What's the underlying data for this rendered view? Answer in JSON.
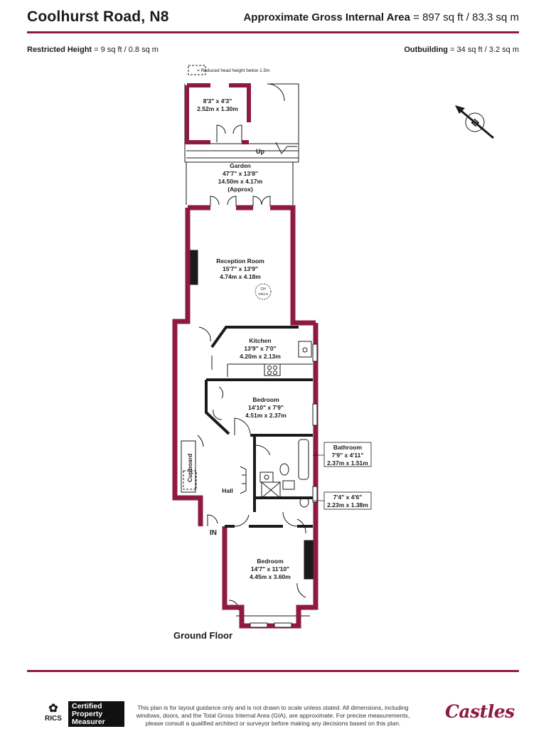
{
  "header": {
    "title": "Coolhurst Road, N8",
    "gia_label": "Approximate Gross Internal Area",
    "gia_value": "= 897 sq ft / 83.3 sq m"
  },
  "subheader": {
    "restricted_label": "Restricted Height",
    "restricted_value": "= 9 sq ft / 0.8 sq m",
    "outbuilding_label": "Outbuilding",
    "outbuilding_value": "= 34 sq ft / 3.2 sq m"
  },
  "legend": {
    "reduced_head_height": "= Reduced head height below 1.5m"
  },
  "rooms": {
    "outbuilding": {
      "imperial": "8'3\" x 4'3\"",
      "metric": "2.52m x 1.30m"
    },
    "up_label": "Up",
    "garden": {
      "name": "Garden",
      "imperial": "47'7\" x 13'8\"",
      "metric": "14.50m x 4.17m",
      "note": "(Approx)"
    },
    "reception": {
      "name": "Reception Room",
      "imperial": "15'7\" x 13'9\"",
      "metric": "4.74m x 4.18m"
    },
    "ch": {
      "label": "CH",
      "sub": "9'5/2.8"
    },
    "kitchen": {
      "name": "Kitchen",
      "imperial": "13'9\" x 7'0\"",
      "metric": "4.20m x 2.13m"
    },
    "bedroom_mid": {
      "name": "Bedroom",
      "imperial": "14'10\" x 7'9\"",
      "metric": "4.51m x 2.37m"
    },
    "bathroom": {
      "name": "Bathroom",
      "imperial": "7'9\" x 4'11\"",
      "metric": "2.37m x 1.51m"
    },
    "shower": {
      "imperial": "7'4\" x 4'6\"",
      "metric": "2.23m x 1.38m"
    },
    "cupboard": "Cupboard",
    "hall": "Hall",
    "entrance": "IN",
    "bedroom_front": {
      "name": "Bedroom",
      "imperial": "14'7\" x 11'10\"",
      "metric": "4.45m x 3.60m"
    }
  },
  "floor_label": "Ground Floor",
  "compass_letter": "N",
  "footer": {
    "rics_mark": "RICS",
    "certified_line1": "Certified",
    "certified_line2": "Property",
    "certified_line3": "Measurer",
    "disclaimer": "This plan is for layout guidance only and is not drawn to scale unless stated. All dimensions, including windows, doors, and the Total Gross Internal Area (GIA), are approximate. For precise measurements, please consult a qualified architect or surveyor before making any decisions based on this plan.",
    "brand": "Castles"
  },
  "colors": {
    "wall": "#8e1b3f",
    "ink": "#1a1a1a"
  }
}
